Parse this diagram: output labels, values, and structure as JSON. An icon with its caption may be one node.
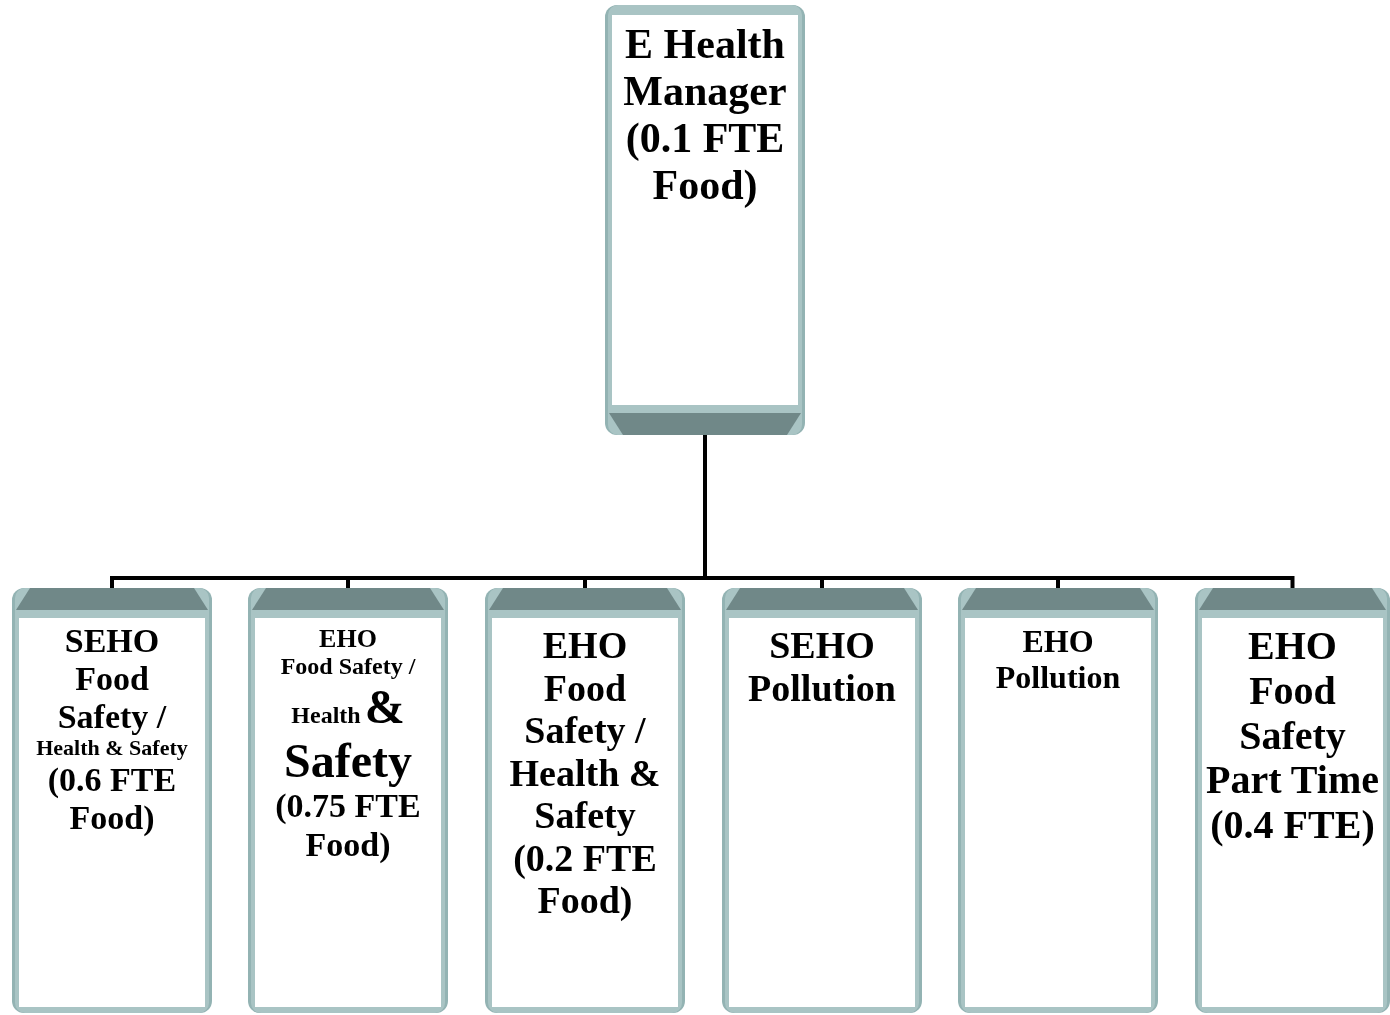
{
  "diagram": {
    "nodes": [
      {
        "text": [
          "E Health Manager (0.1 FTE Food)"
        ]
      },
      {
        "text": [
          "SEHO Food Safety /",
          "Health & Safety",
          "(0.6 FTE Food)"
        ]
      },
      {
        "text": [
          "EHO",
          "Food Safety /",
          "Health",
          "& Safety",
          "(0.75 FTE Food)"
        ]
      },
      {
        "text": [
          "EHO Food Safety / Health & Safety (0.2 FTE Food)"
        ]
      },
      {
        "text": [
          "SEHO Pollution"
        ]
      },
      {
        "text": [
          "EHO Pollution"
        ]
      },
      {
        "text": [
          "EHO Food Safety Part Time (0.4 FTE)"
        ]
      }
    ],
    "edges": [
      {
        "from": 0,
        "to": 1,
        "arrow": "none"
      },
      {
        "from": 0,
        "to": 2,
        "arrow": "none"
      },
      {
        "from": 0,
        "to": 3,
        "arrow": "none"
      },
      {
        "from": 0,
        "to": 4,
        "arrow": "none"
      },
      {
        "from": 0,
        "to": 5,
        "arrow": "none"
      },
      {
        "from": 0,
        "to": 6,
        "arrow": "none"
      }
    ]
  }
}
